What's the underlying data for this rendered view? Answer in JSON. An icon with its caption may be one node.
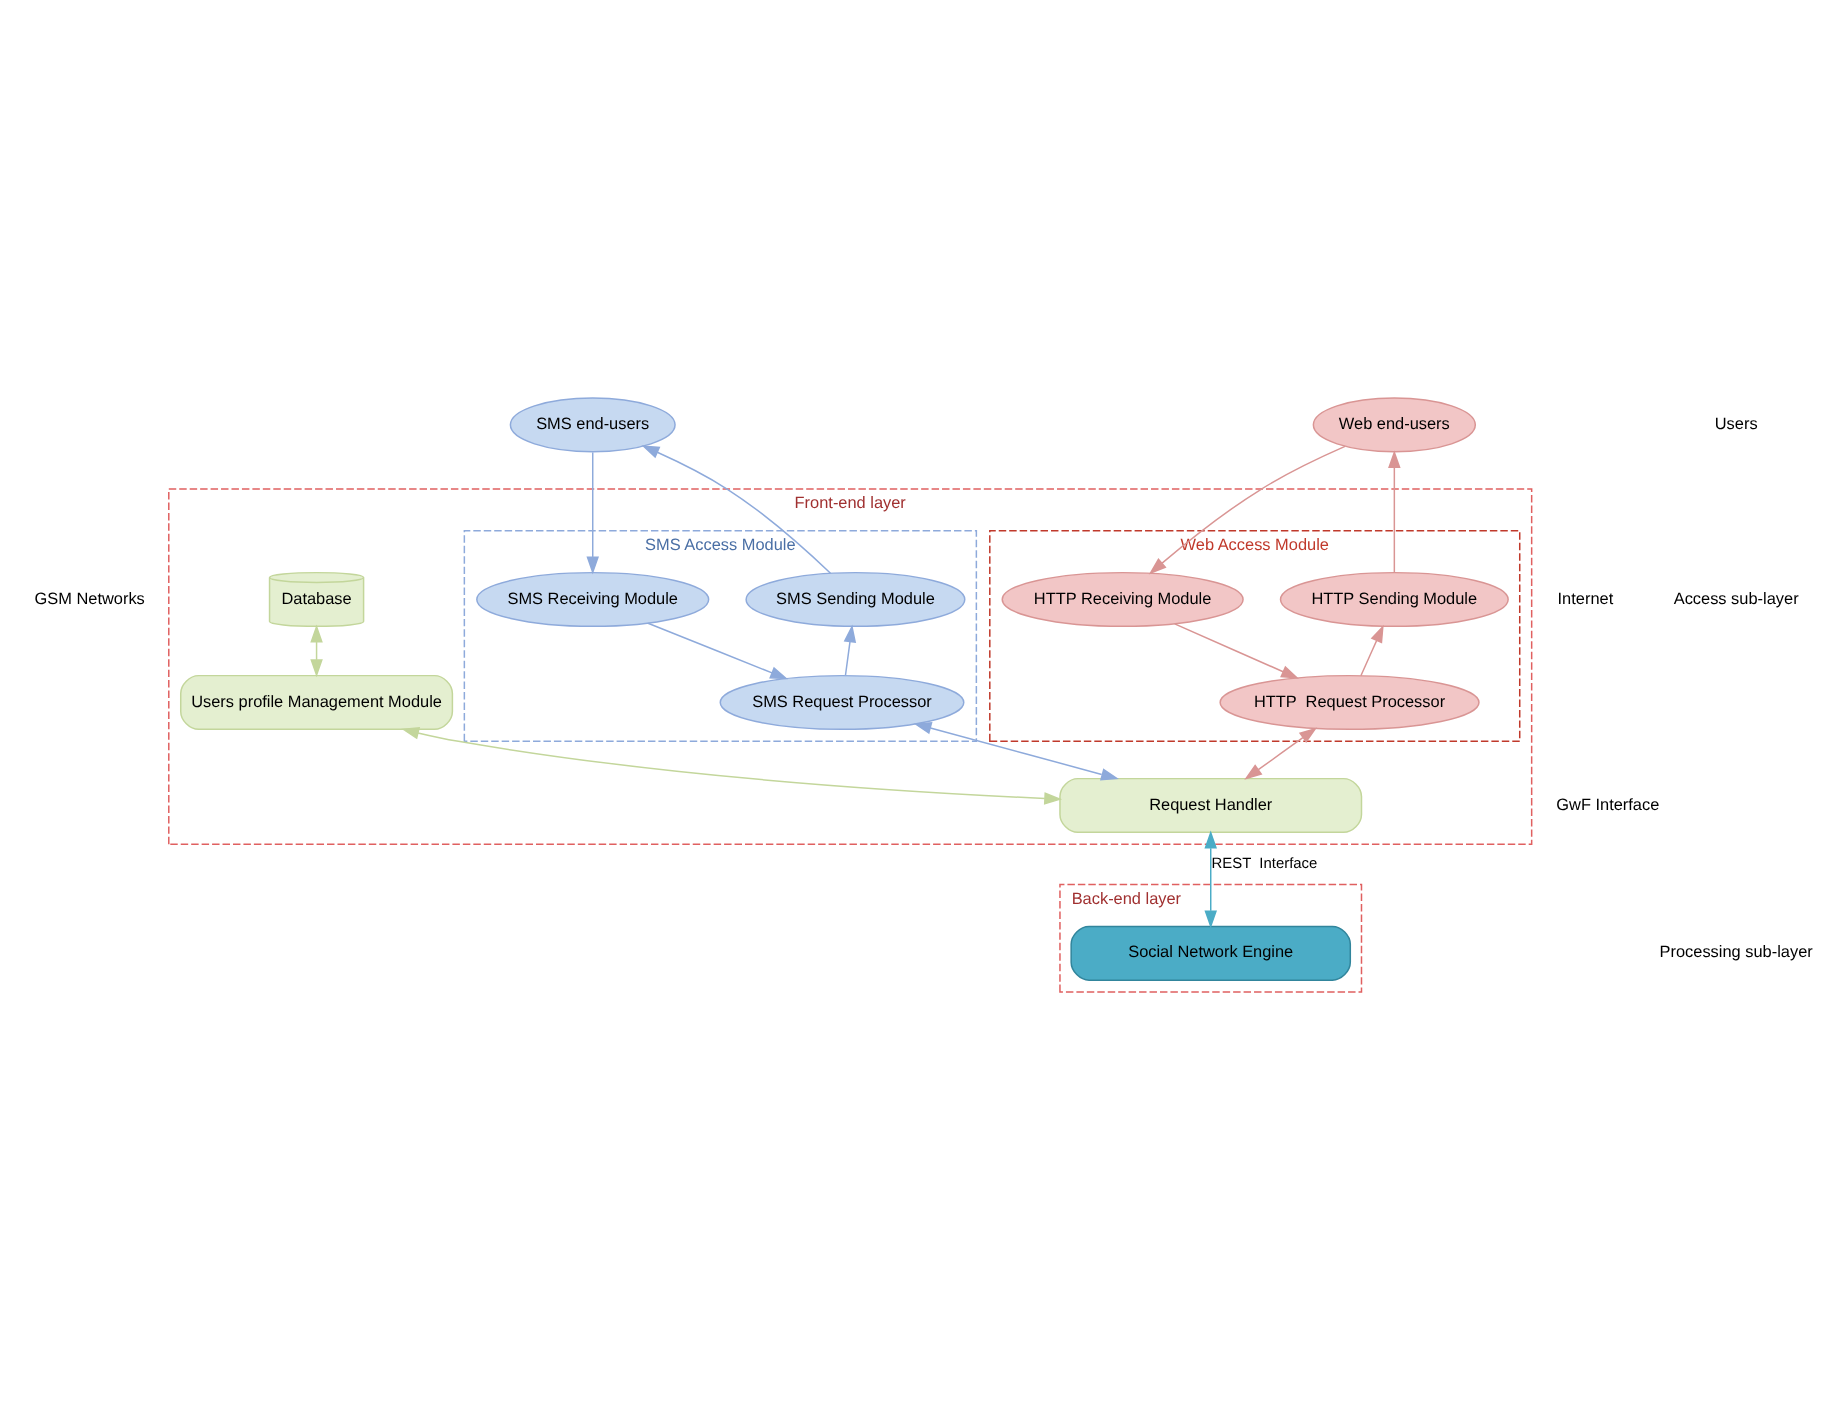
{
  "diagram": {
    "nodes": [
      {
        "text": [
          "SMS end-users"
        ]
      },
      {
        "text": [
          "Web end-users"
        ]
      },
      {
        "text": [
          "Front-end layer"
        ]
      },
      {
        "text": [
          "SMS Access Module"
        ],
        "in": 2
      },
      {
        "text": [
          "SMS Receiving Module"
        ],
        "in": 3
      },
      {
        "text": [
          "SMS Sending Module"
        ],
        "in": 3
      },
      {
        "text": [
          "SMS Request Processor"
        ],
        "in": 3
      },
      {
        "text": [
          "Web Access Module"
        ],
        "in": 2
      },
      {
        "text": [
          "HTTP Receiving Module"
        ],
        "in": 7
      },
      {
        "text": [
          "HTTP Sending Module"
        ],
        "in": 7
      },
      {
        "text": [
          "HTTP  Request Processor"
        ],
        "in": 7
      },
      {
        "text": [
          "Database"
        ],
        "in": 2
      },
      {
        "text": [
          "Users profile Management Module"
        ],
        "in": 2
      },
      {
        "text": [
          "Request Handler"
        ],
        "in": 2
      },
      {
        "text": [
          "Back-end layer"
        ]
      },
      {
        "text": [
          "Social Network Engine"
        ],
        "in": 14
      }
    ],
    "edges": [
      {
        "from": 0,
        "to": 4,
        "arrow": "to",
        "color": "#8eaadb"
      },
      {
        "from": 5,
        "to": 0,
        "arrow": "to",
        "color": "#8eaadb"
      },
      {
        "from": 4,
        "to": 6,
        "arrow": "to",
        "color": "#8eaadb"
      },
      {
        "from": 6,
        "to": 5,
        "arrow": "to",
        "color": "#8eaadb"
      },
      {
        "from": 1,
        "to": 8,
        "arrow": "to",
        "color": "#d99594"
      },
      {
        "from": 9,
        "to": 1,
        "arrow": "to",
        "color": "#d99594"
      },
      {
        "from": 8,
        "to": 10,
        "arrow": "to",
        "color": "#d99594"
      },
      {
        "from": 10,
        "to": 9,
        "arrow": "to",
        "color": "#d99594"
      },
      {
        "from": 6,
        "to": 13,
        "arrow": "both",
        "color": "#8eaadb"
      },
      {
        "from": 10,
        "to": 13,
        "arrow": "both",
        "color": "#d99594"
      },
      {
        "from": 11,
        "to": 12,
        "arrow": "both",
        "color": "#c3d69b"
      },
      {
        "from": 12,
        "to": 13,
        "arrow": "both",
        "color": "#c3d69b"
      },
      {
        "from": 13,
        "to": 15,
        "arrow": "both",
        "label": "REST  Interface",
        "color": "#4bacc6"
      }
    ],
    "labels": [
      "Users",
      "GSM Networks",
      "Internet",
      "Access sub-layer",
      "GwF Interface",
      "Processing sub-layer"
    ]
  }
}
